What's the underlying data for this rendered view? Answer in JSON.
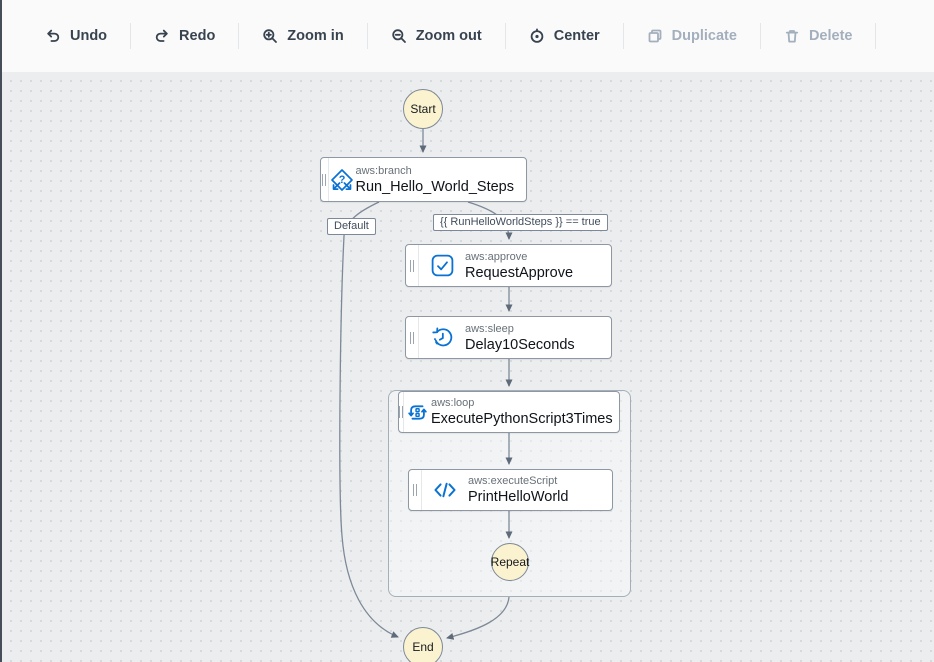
{
  "toolbar": {
    "buttons": [
      {
        "label": "Undo",
        "icon": "undo-icon",
        "enabled": true
      },
      {
        "label": "Redo",
        "icon": "redo-icon",
        "enabled": true
      },
      {
        "label": "Zoom in",
        "icon": "zoom-in-icon",
        "enabled": true
      },
      {
        "label": "Zoom out",
        "icon": "zoom-out-icon",
        "enabled": true
      },
      {
        "label": "Center",
        "icon": "center-icon",
        "enabled": true
      },
      {
        "label": "Duplicate",
        "icon": "duplicate-icon",
        "enabled": false
      },
      {
        "label": "Delete",
        "icon": "delete-icon",
        "enabled": false
      }
    ]
  },
  "diagram": {
    "start_label": "Start",
    "repeat_label": "Repeat",
    "end_label": "End",
    "edge_labels": {
      "default": "Default",
      "condition": "{{ RunHelloWorldSteps }} == true"
    },
    "nodes": [
      {
        "type": "aws:branch",
        "name": "Run_Hello_World_Steps",
        "icon": "branch-icon"
      },
      {
        "type": "aws:approve",
        "name": "RequestApprove",
        "icon": "approve-icon"
      },
      {
        "type": "aws:sleep",
        "name": "Delay10Seconds",
        "icon": "sleep-icon"
      },
      {
        "type": "aws:loop",
        "name": "ExecutePythonScript3Times",
        "icon": "loop-icon"
      },
      {
        "type": "aws:executeScript",
        "name": "PrintHelloWorld",
        "icon": "code-icon"
      }
    ],
    "colors": {
      "accent_blue": "#0972d3",
      "terminal_fill": "#fbf3cf",
      "edge_gray": "#7d8998",
      "node_border": "#8d98a4"
    }
  }
}
